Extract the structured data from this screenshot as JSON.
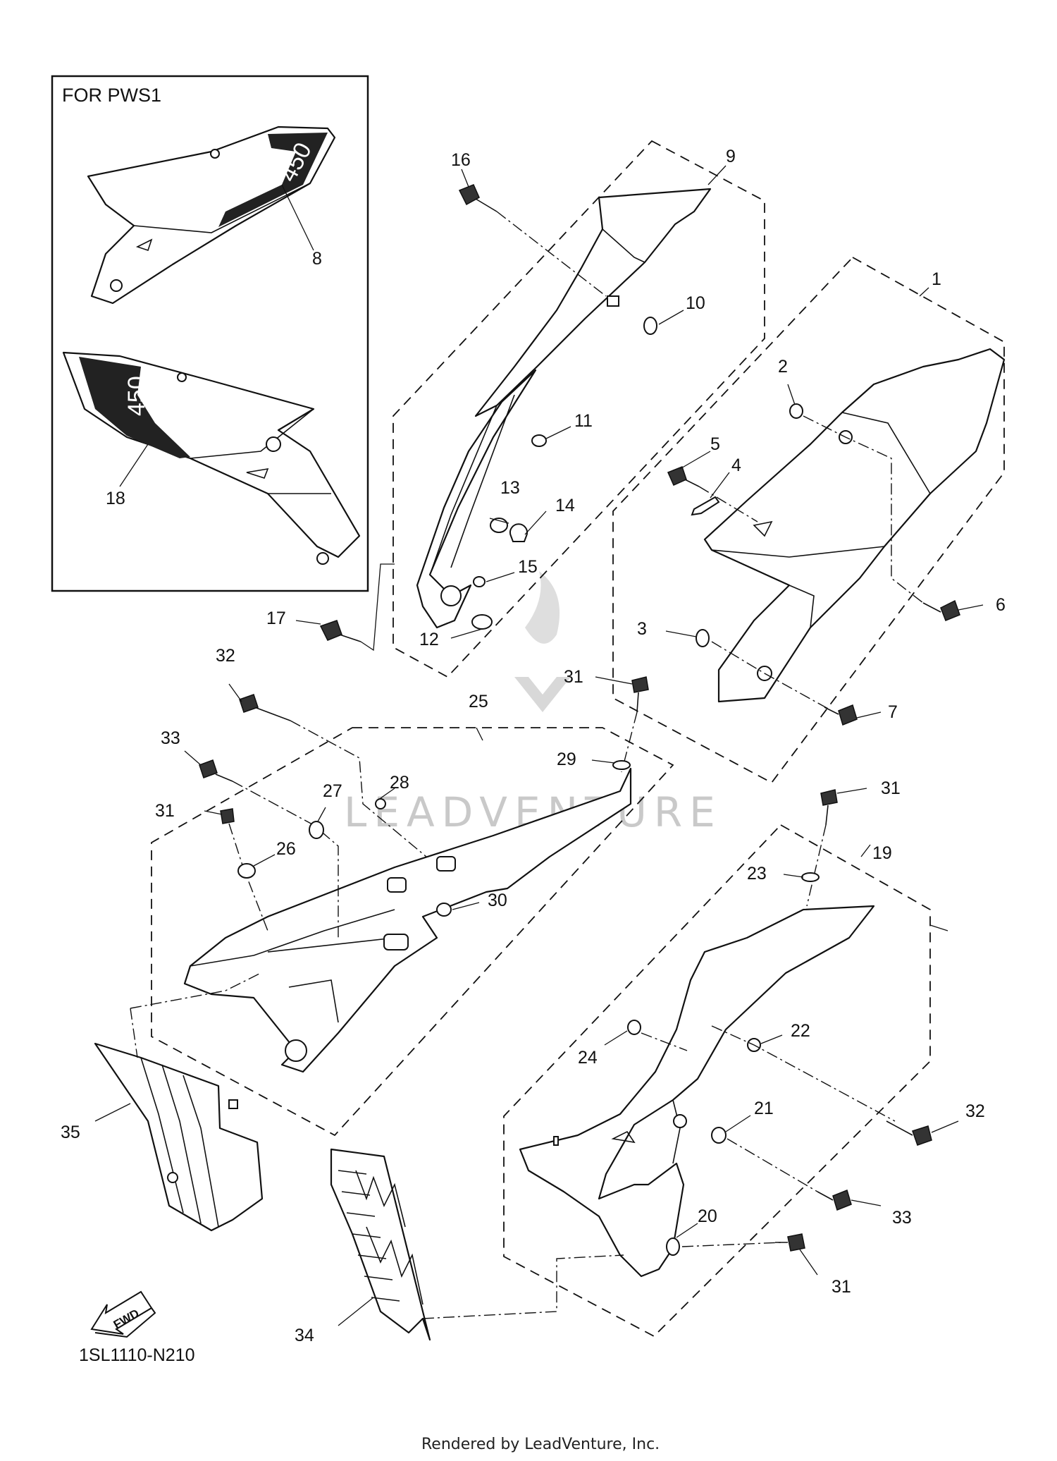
{
  "inset": {
    "title": "FOR PWS1",
    "callouts": [
      "8",
      "18"
    ],
    "decal_text": "450"
  },
  "diagram_code": "1SL1110-N210",
  "fwd_label": "FWD",
  "watermark": "LEADVENTURE",
  "footer": "Rendered by LeadVenture, Inc.",
  "callouts": [
    "1",
    "2",
    "3",
    "4",
    "5",
    "6",
    "7",
    "9",
    "10",
    "11",
    "12",
    "13",
    "14",
    "15",
    "16",
    "17",
    "19",
    "20",
    "21",
    "22",
    "23",
    "24",
    "25",
    "26",
    "27",
    "28",
    "29",
    "30",
    "31",
    "31",
    "31",
    "31",
    "32",
    "32",
    "33",
    "33",
    "34",
    "35"
  ],
  "colors": {
    "line": "#111111",
    "watermark": "#c9c9c9",
    "background": "#ffffff"
  }
}
